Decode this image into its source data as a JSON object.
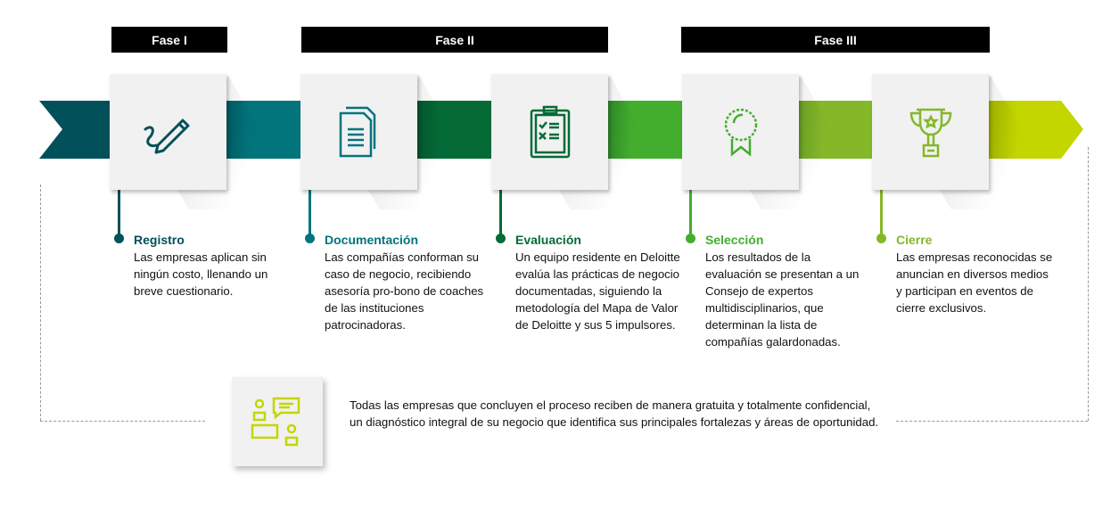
{
  "phases": [
    "Fase I",
    "Fase II",
    "Fase III"
  ],
  "colors": {
    "band": [
      "#02505a",
      "#02747c",
      "#046b37",
      "#43ae2e",
      "#84b828",
      "#c3d600"
    ]
  },
  "steps": [
    {
      "title": "Registro",
      "icon": "pen-signature-icon",
      "color": "#02505a",
      "text": "Las empresas aplican sin ningún costo, llenando un breve cuestionario."
    },
    {
      "title": "Documentación",
      "icon": "documents-icon",
      "color": "#02747c",
      "text": "Las compañías conforman su caso de negocio, recibiendo asesoría pro-bono de coaches de las instituciones patrocinadoras."
    },
    {
      "title": "Evaluación",
      "icon": "clipboard-checklist-icon",
      "color": "#046b37",
      "text": "Un equipo residente en Deloitte evalúa las prácticas de negocio documentadas, siguiendo la metodología del Mapa de Valor de Deloitte y sus 5 impulsores."
    },
    {
      "title": "Selección",
      "icon": "award-ribbon-icon",
      "color": "#43ae2e",
      "text": "Los resultados de la evaluación se presentan a un Consejo de expertos multidisciplinarios, que determinan la lista de compañías galardonadas."
    },
    {
      "title": "Cierre",
      "icon": "trophy-icon",
      "color": "#84b828",
      "text": "Las empresas reconocidas se anuncian en diversos medios y participan en eventos de cierre exclusivos."
    }
  ],
  "note": {
    "icon": "consulting-people-icon",
    "text": "Todas las empresas que concluyen el proceso reciben de manera gratuita y totalmente confidencial, un diagnóstico integral de su negocio que identifica sus principales fortalezas y áreas de oportunidad."
  }
}
